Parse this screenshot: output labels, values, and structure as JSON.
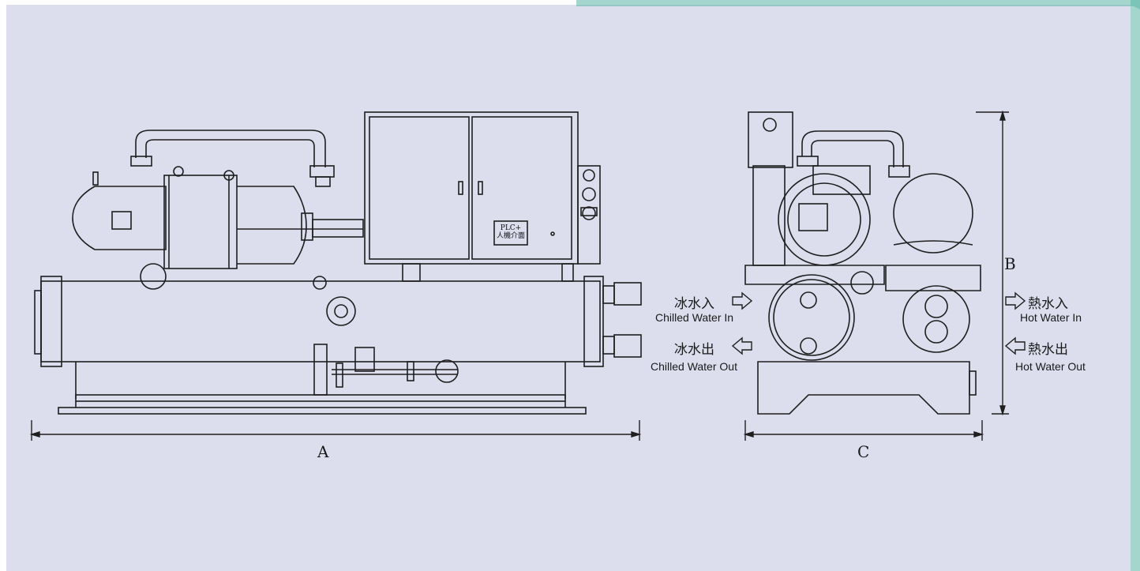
{
  "panel": {
    "background": "#dcdeee",
    "line_color": "#1f1f1f",
    "accent": "#5bb5a5"
  },
  "plc_label": {
    "line1": "PLC+",
    "line2": "人機介面"
  },
  "dimensions": {
    "length": "A",
    "height": "B",
    "width": "C"
  },
  "labels": {
    "chilled_in_cn": "冰水入",
    "chilled_in_en": "Chilled Water In",
    "chilled_out_cn": "冰水出",
    "chilled_out_en": "Chilled Water Out",
    "hot_in_cn": "熱水入",
    "hot_in_en": "Hot Water In",
    "hot_out_cn": "熱水出",
    "hot_out_en": "Hot Water Out"
  }
}
